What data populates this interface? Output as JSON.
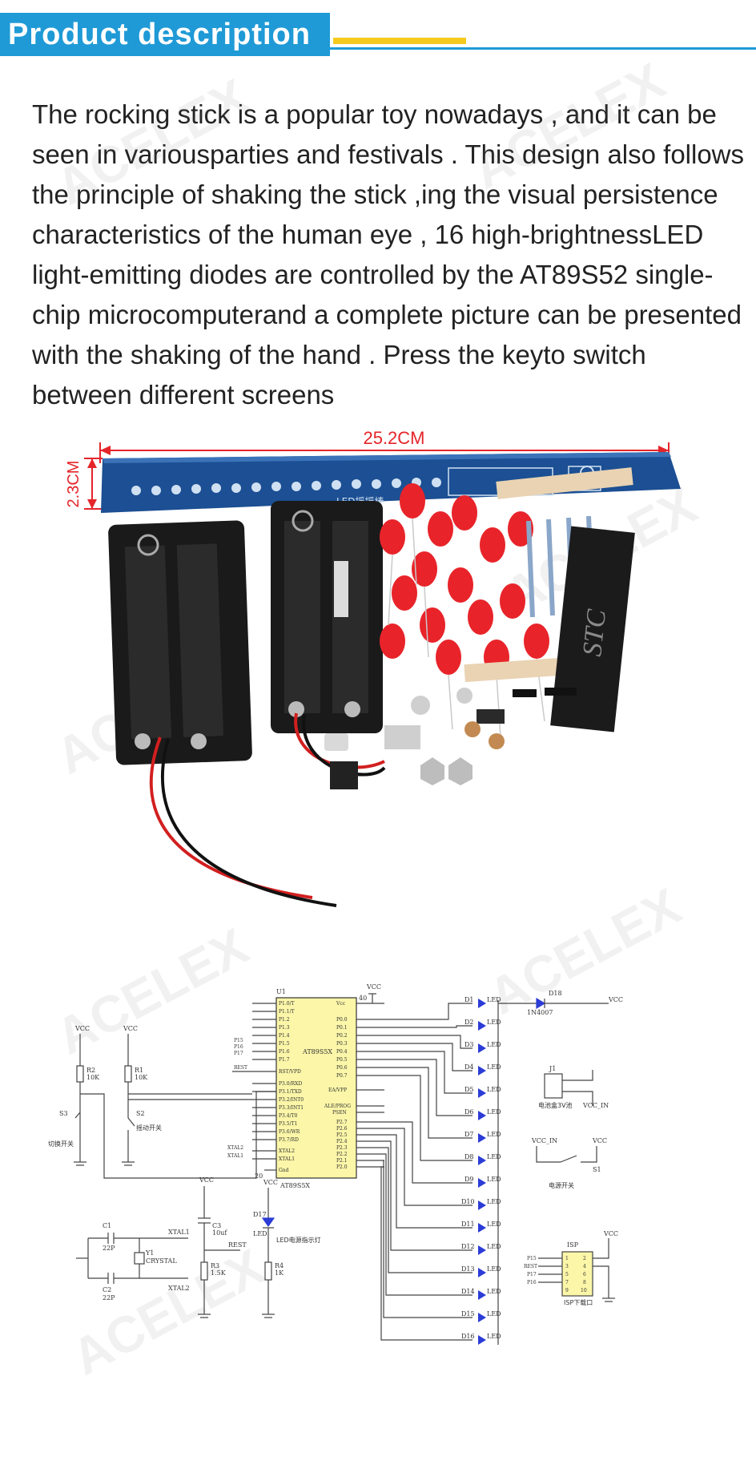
{
  "header": {
    "title": "Product description"
  },
  "description": "The rocking stick is a popular toy nowadays , and it can be seen in variousparties and festivals . This design also follows the principle of shaking the stick ,ing the visual persistence characteristics of the human eye , 16 high-brightnessLED light-emitting diodes are controlled by the AT89S52 single-chip microcomputerand a complete picture can be presented with the shaking of the hand . Press the keyto switch between different screens",
  "photo": {
    "board_width_label": "25.2CM",
    "board_height_label": "2.3CM",
    "board_silk_label": "LED摇摇棒",
    "chip_label": "STC"
  },
  "watermark": "ACELEX",
  "schematic": {
    "u1_ref": "U1",
    "u1_part": "AT89S5X",
    "u1_part_bottom": "AT89S5X",
    "vcc": "VCC",
    "pin40": "40",
    "pin20": "20",
    "pins_left": [
      "P1.0/T",
      "P1.1/T",
      "P1.2",
      "P1.3",
      "P1.4",
      "P1.5",
      "P1.6",
      "P1.7",
      "RST/VPD",
      "P3.0/RXD",
      "P3.1/TXD",
      "P3.2/INT0",
      "P3.3/INT1",
      "P3.4/T0",
      "P3.5/T1",
      "P3.6/WR",
      "P3.7/RD",
      "XTAL2",
      "XTAL1",
      "Gnd"
    ],
    "pins_right": [
      "Vcc",
      "P0.0",
      "P0.1",
      "P0.2",
      "P0.3",
      "P0.4",
      "P0.5",
      "P0.6",
      "P0.7",
      "EA/VPP",
      "ALE/PROG",
      "PSEN",
      "P2.7",
      "P2.6",
      "P2.5",
      "P2.4",
      "P2.3",
      "P2.2",
      "P2.1",
      "P2.0"
    ],
    "net_p15": "P15",
    "net_p16": "P16",
    "net_p17": "P17",
    "net_rest": "REST",
    "net_xtal2": "XTAL2",
    "net_xtal1": "XTAL1",
    "r2": "R2",
    "r2_val": "10K",
    "r1": "R1",
    "r1_val": "10K",
    "s3": "S3",
    "s3_label": "切换开关",
    "s2": "S2",
    "s2_label": "摇动开关",
    "c1": "C1",
    "c1_val": "22P",
    "c2": "C2",
    "c2_val": "22P",
    "y1": "Y1",
    "y1_label": "CRYSTAL",
    "xtal1": "XTAL1",
    "xtal2": "XTAL2",
    "c3": "C3",
    "c3_val": "10uf",
    "rest": "REST",
    "r3": "R3",
    "r3_val": "1.5K",
    "d17": "D17",
    "d17_led": "LED",
    "d17_label": "LED电源指示灯",
    "r4": "R4",
    "r4_val": "1K",
    "leds": [
      "D1",
      "D2",
      "D3",
      "D4",
      "D5",
      "D6",
      "D7",
      "D8",
      "D9",
      "D10",
      "D11",
      "D12",
      "D13",
      "D14",
      "D15",
      "D16"
    ],
    "led_label": "LED",
    "d18": "D18",
    "d18_part": "1N4007",
    "j1": "J1",
    "j1_label": "电池盒3V池",
    "vcc_in": "VCC_IN",
    "s1": "S1",
    "s1_label": "电源开关",
    "isp": "ISP",
    "isp_label": "ISP下载口",
    "isp_nets": [
      "P15",
      "REST",
      "P17",
      "P16"
    ],
    "isp_pins": [
      "1",
      "2",
      "3",
      "4",
      "5",
      "6",
      "7",
      "8",
      "9",
      "10"
    ]
  }
}
